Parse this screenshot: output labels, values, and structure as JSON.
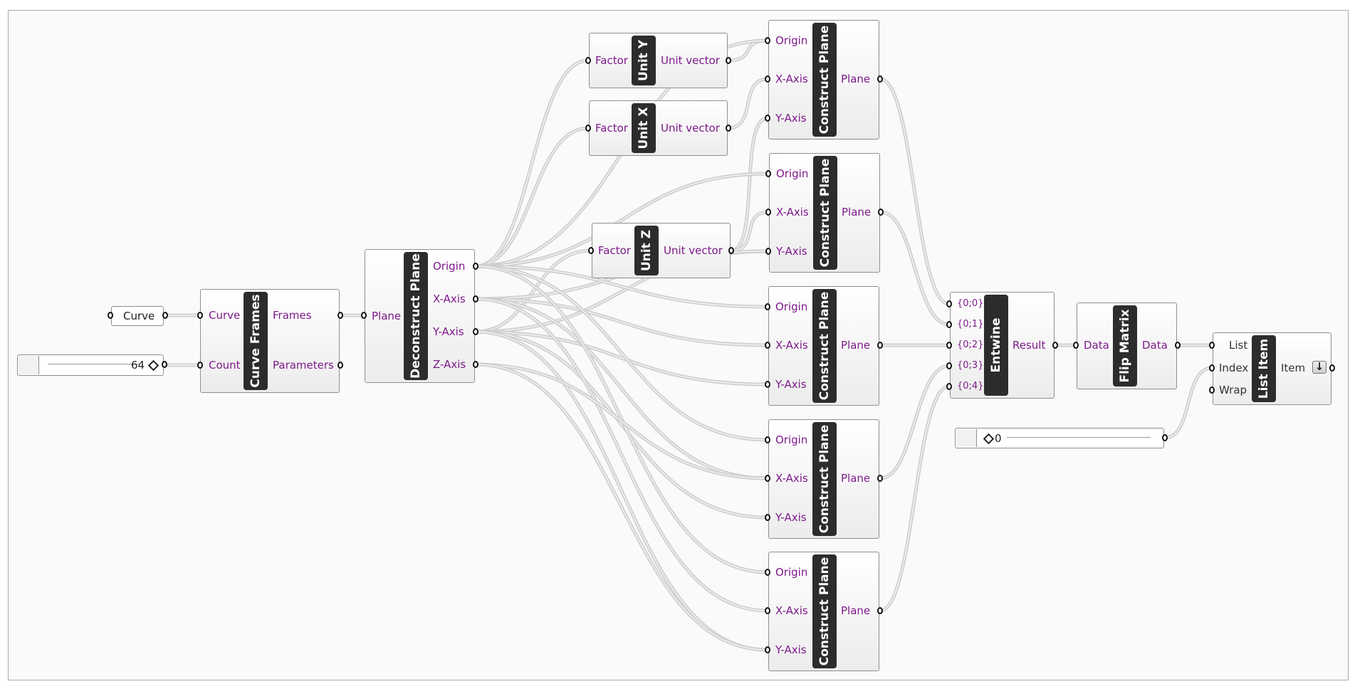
{
  "components": {
    "curve_param": {
      "label": "Curve"
    },
    "count_slider": {
      "value": "64"
    },
    "index_slider": {
      "value": "0"
    },
    "curve_frames": {
      "title": "Curve Frames",
      "inputs": [
        "Curve",
        "Count"
      ],
      "outputs": [
        "Frames",
        "Parameters"
      ]
    },
    "deconstruct_plane": {
      "title": "Deconstruct Plane",
      "inputs": [
        "Plane"
      ],
      "outputs": [
        "Origin",
        "X-Axis",
        "Y-Axis",
        "Z-Axis"
      ]
    },
    "unit_y": {
      "title": "Unit Y",
      "inputs": [
        "Factor"
      ],
      "outputs": [
        "Unit vector"
      ]
    },
    "unit_x": {
      "title": "Unit X",
      "inputs": [
        "Factor"
      ],
      "outputs": [
        "Unit vector"
      ]
    },
    "unit_z": {
      "title": "Unit Z",
      "inputs": [
        "Factor"
      ],
      "outputs": [
        "Unit vector"
      ]
    },
    "construct_plane": {
      "title": "Construct Plane",
      "inputs": [
        "Origin",
        "X-Axis",
        "Y-Axis"
      ],
      "outputs": [
        "Plane"
      ]
    },
    "entwine": {
      "title": "Entwine",
      "inputs": [
        "{0;0}",
        "{0;1}",
        "{0;2}",
        "{0;3}",
        "{0;4}"
      ],
      "outputs": [
        "Result"
      ]
    },
    "flip_matrix": {
      "title": "Flip Matrix",
      "inputs": [
        "Data"
      ],
      "outputs": [
        "Data"
      ]
    },
    "list_item": {
      "title": "List Item",
      "inputs": [
        "List",
        "Index",
        "Wrap"
      ],
      "outputs": [
        "Item"
      ]
    }
  },
  "colors": {
    "param_text": "#7d1a8a",
    "wire": "#cfcfcf",
    "title_bar": "#2c2c2c",
    "canvas": "#fafafa"
  }
}
